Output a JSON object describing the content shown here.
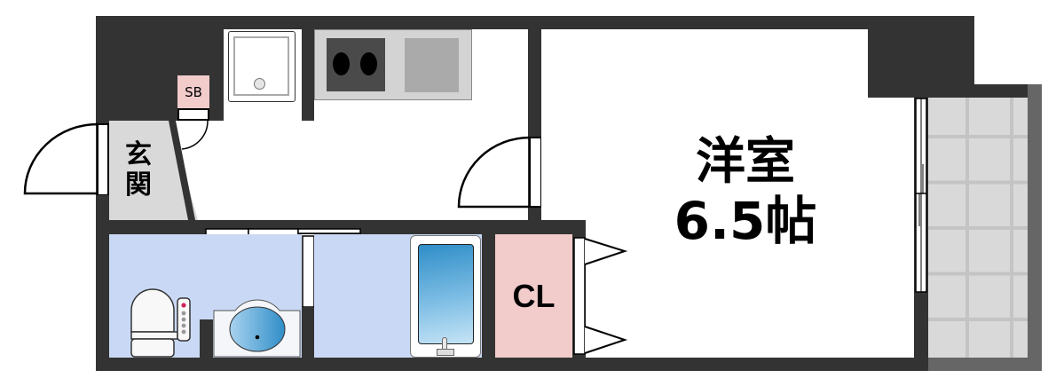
{
  "floorplan": {
    "colors": {
      "wall": "#333333",
      "balcony_wall": "#666666",
      "balcony_floor": "#d9d9d9",
      "balcony_grid": "#c4c4c4",
      "wet_area": "#c9d9f5",
      "closet": "#f2cbcb",
      "entrance": "#d9d9d9",
      "sb": "#f2cbcb",
      "room": "#ffffff"
    },
    "rooms": {
      "western_room": {
        "name": "洋室",
        "size": "6.5帖"
      },
      "entrance": {
        "line1": "玄",
        "line2": "関"
      },
      "closet": {
        "label": "CL"
      },
      "shoe_box": {
        "label": "SB"
      }
    },
    "fixtures": [
      "washing-machine-pan",
      "two-burner-stove",
      "kitchen-sink",
      "toilet",
      "washbasin",
      "bathtub"
    ]
  }
}
